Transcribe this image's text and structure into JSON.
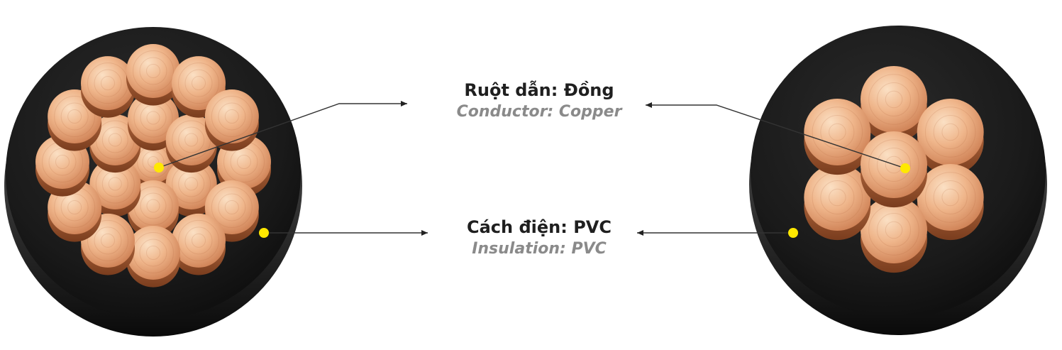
{
  "labels": {
    "conductor": {
      "vi": "Ruột dẫn: Đồng",
      "en": "Conductor: Copper"
    },
    "insulation": {
      "vi": "Cách điện: PVC",
      "en": "Insulation: PVC"
    }
  },
  "colors": {
    "vi_text": "#1f1f1f",
    "en_text": "#8a8a8a",
    "insulation": "#1b1b1b",
    "insulation_edge": "#2e2e2e",
    "copper_light": "#f6cfaa",
    "copper_mid": "#e9a57a",
    "copper_dark": "#b9683e",
    "marker": "#ffe800",
    "leader_line": "#333333"
  },
  "icons": {
    "left_cable": "stranded-cable-cross-section-icon",
    "right_cable": "seven-wire-cable-cross-section-icon",
    "marker": "yellow-dot-icon"
  }
}
